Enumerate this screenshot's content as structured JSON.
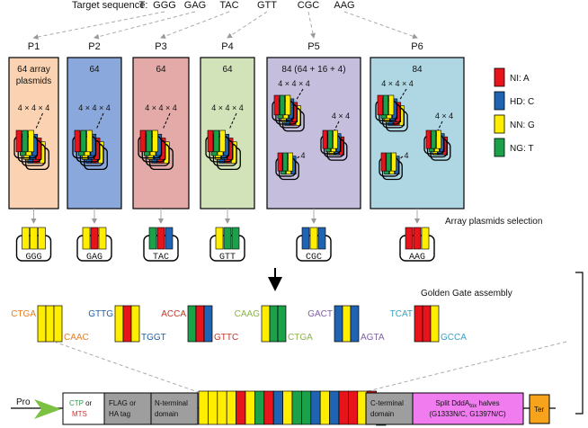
{
  "target": {
    "label": "Target sequence:",
    "codons": [
      "T",
      "GGG",
      "GAG",
      "TAC",
      "GTT",
      "CGC",
      "AAG"
    ]
  },
  "panels": [
    {
      "name": "P1",
      "count": "64 array",
      "count2": "plasmids",
      "fill": "#fbd3b2",
      "labels": [
        "4 × 4 × 4"
      ],
      "selected": "GGG",
      "colors": [
        "yellow",
        "yellow",
        "yellow"
      ]
    },
    {
      "name": "P2",
      "count": "64",
      "count2": "",
      "fill": "#8aa8dc",
      "labels": [
        "4 × 4 × 4"
      ],
      "selected": "GAG",
      "colors": [
        "yellow",
        "red",
        "yellow"
      ]
    },
    {
      "name": "P3",
      "count": "64",
      "count2": "",
      "fill": "#e3aaa8",
      "labels": [
        "4 × 4 × 4"
      ],
      "selected": "TAC",
      "colors": [
        "green",
        "red",
        "blue"
      ]
    },
    {
      "name": "P4",
      "count": "64",
      "count2": "",
      "fill": "#d3e3b9",
      "labels": [
        "4 × 4 × 4"
      ],
      "selected": "GTT",
      "colors": [
        "yellow",
        "green",
        "green"
      ]
    },
    {
      "name": "P5",
      "count": "84 (64 + 16 + 4)",
      "count2": "",
      "fill": "#c5bedd",
      "labels": [
        "4 × 4 × 4",
        "4 × 4",
        "4"
      ],
      "selected": "CGC",
      "colors": [
        "blue",
        "yellow",
        "blue"
      ]
    },
    {
      "name": "P6",
      "count": "84",
      "count2": "",
      "fill": "#aed7e3",
      "labels": [
        "4 × 4 × 4",
        "4 × 4",
        "4"
      ],
      "selected": "AAG",
      "colors": [
        "red",
        "red",
        "yellow"
      ]
    }
  ],
  "legend": [
    {
      "label": "NI: A",
      "color": "#e8141c"
    },
    {
      "label": "HD: C",
      "color": "#1f63b3"
    },
    {
      "label": "NN: G",
      "color": "#ffee00"
    },
    {
      "label": "NG: T",
      "color": "#1aa14a"
    }
  ],
  "array_selection_label": "Array plasmids selection",
  "golden_gate_label": "Golden Gate assembly",
  "overhangs": [
    {
      "text": "CTGA",
      "color": "#e67e22"
    },
    {
      "text": "CAAC",
      "color": "#e67e22"
    },
    {
      "text": "GTTG",
      "color": "#1f5fa6"
    },
    {
      "text": "TGGT",
      "color": "#1f5fa6"
    },
    {
      "text": "ACCA",
      "color": "#c0392b"
    },
    {
      "text": "GTTC",
      "color": "#c0392b"
    },
    {
      "text": "CAAG",
      "color": "#8bb34a"
    },
    {
      "text": "CTGA",
      "color": "#8bb34a"
    },
    {
      "text": "GACT",
      "color": "#7d5fa5"
    },
    {
      "text": "AGTA",
      "color": "#7d5fa5"
    },
    {
      "text": "TCAT",
      "color": "#3ba0c0"
    },
    {
      "text": "GCCA",
      "color": "#3ba0c0"
    }
  ],
  "construct": {
    "pro": "Pro",
    "ctp": "CTP",
    "or": " or",
    "mts": "MTS",
    "flag1": "FLAG or",
    "flag2": "HA tag",
    "nterm1": "N-terminal",
    "nterm2": "domain",
    "cterm1": "C-terminal",
    "cterm2": "domain",
    "split1a": "Split DddA",
    "split1sub": "tox",
    "split1b": " halves",
    "split2": "(G1333N/C, G1397N/C)",
    "ter": "Ter"
  }
}
